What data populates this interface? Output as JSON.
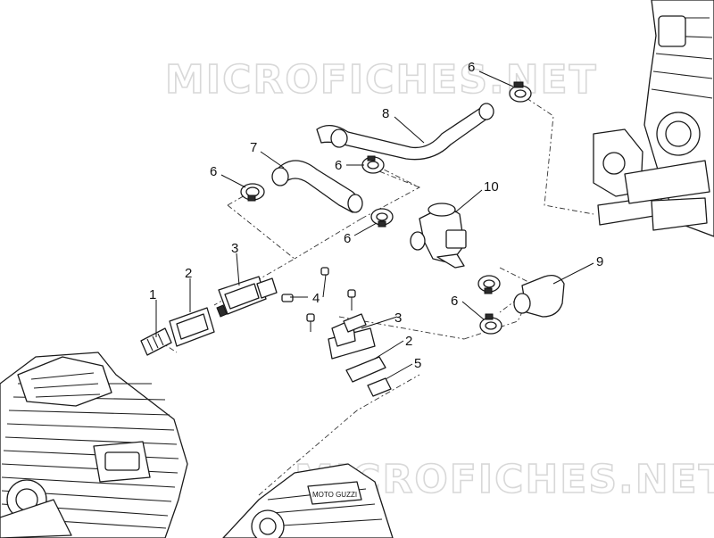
{
  "watermark": {
    "text_top": "MICROFICHES.NET",
    "text_bottom": "MICROFICHES.NET"
  },
  "callouts": [
    {
      "id": "c1",
      "label": "1"
    },
    {
      "id": "c2a",
      "label": "2"
    },
    {
      "id": "c3a",
      "label": "3"
    },
    {
      "id": "c4",
      "label": "4"
    },
    {
      "id": "c3b",
      "label": "3"
    },
    {
      "id": "c2b",
      "label": "2"
    },
    {
      "id": "c5",
      "label": "5"
    },
    {
      "id": "c6a",
      "label": "6"
    },
    {
      "id": "c6b",
      "label": "6"
    },
    {
      "id": "c6c",
      "label": "6"
    },
    {
      "id": "c6d",
      "label": "6"
    },
    {
      "id": "c6e",
      "label": "6"
    },
    {
      "id": "c7",
      "label": "7"
    },
    {
      "id": "c8",
      "label": "8"
    },
    {
      "id": "c9",
      "label": "9"
    },
    {
      "id": "c10",
      "label": "10"
    }
  ],
  "engine_badge_text": "MOTO GUZZI"
}
